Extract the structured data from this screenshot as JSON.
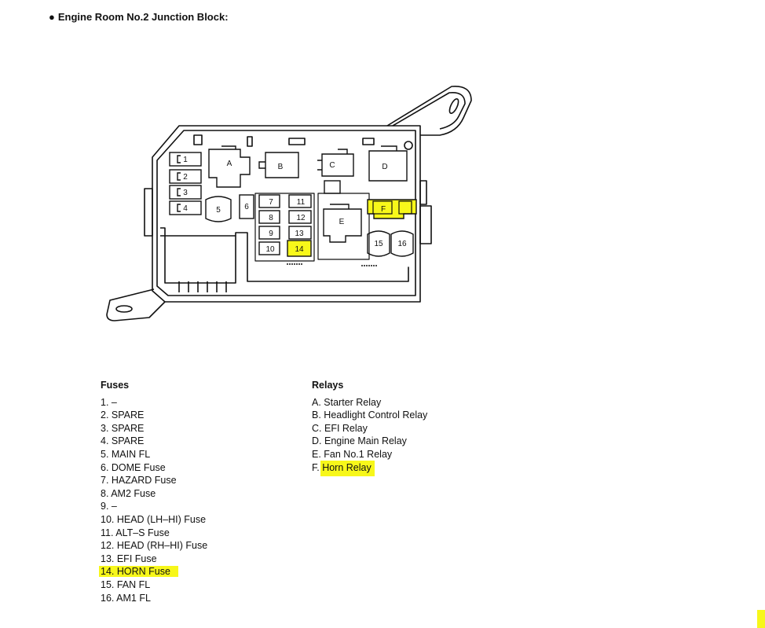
{
  "title": "Engine Room No.2 Junction Block:",
  "highlight_color": "#f7f71a",
  "diagram": {
    "labels": {
      "1": "1",
      "2": "2",
      "3": "3",
      "4": "4",
      "5": "5",
      "6": "6",
      "7": "7",
      "8": "8",
      "9": "9",
      "10": "10",
      "11": "11",
      "12": "12",
      "13": "13",
      "14": "14",
      "15": "15",
      "16": "16",
      "A": "A",
      "B": "B",
      "C": "C",
      "D": "D",
      "E": "E",
      "F": "F"
    },
    "highlighted": [
      "14",
      "F"
    ]
  },
  "fuses": {
    "heading": "Fuses",
    "items": [
      "1. –",
      "2. SPARE",
      "3. SPARE",
      "4. SPARE",
      "5. MAIN FL",
      "6. DOME Fuse",
      "7. HAZARD Fuse",
      "8. AM2 Fuse",
      "9. –",
      "10. HEAD (LH–HI) Fuse",
      "11. ALT–S Fuse",
      "12. HEAD (RH–HI) Fuse",
      "13. EFI Fuse",
      "14. HORN Fuse",
      "15. FAN FL",
      "16. AM1 FL"
    ],
    "highlighted_index": 13
  },
  "relays": {
    "heading": "Relays",
    "items": [
      {
        "prefix": "A. ",
        "text": "Starter Relay"
      },
      {
        "prefix": "B. ",
        "text": "Headlight Control Relay"
      },
      {
        "prefix": "C. ",
        "text": "EFI Relay"
      },
      {
        "prefix": "D. ",
        "text": "Engine Main Relay"
      },
      {
        "prefix": "E. ",
        "text": "Fan No.1 Relay"
      },
      {
        "prefix": "F. ",
        "text": "Horn Relay"
      }
    ],
    "highlighted_index": 5
  }
}
